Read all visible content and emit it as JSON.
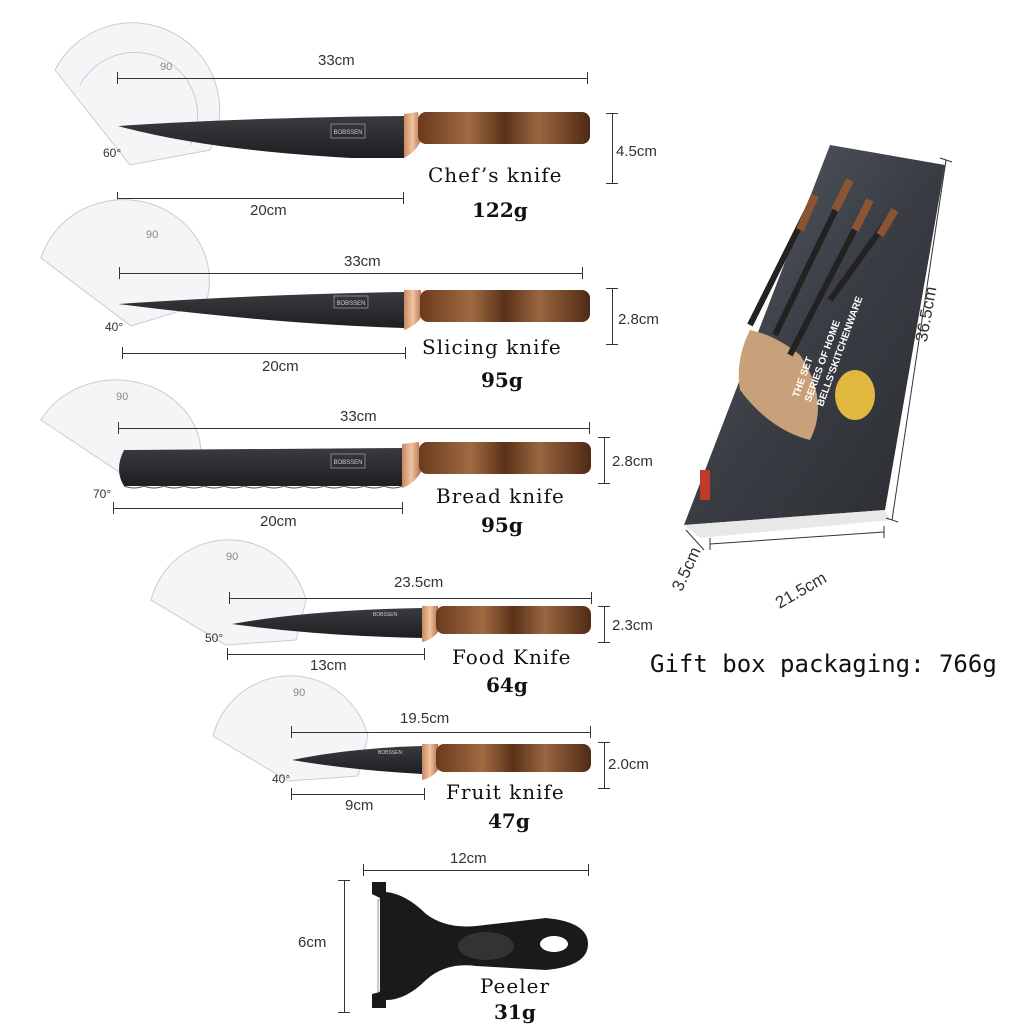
{
  "knives": [
    {
      "name": "Chef’s knife",
      "weight": "122g",
      "length": "33cm",
      "blade": "20cm",
      "width": "4.5cm",
      "angle": "60°"
    },
    {
      "name": "Slicing knife",
      "weight": "95g",
      "length": "33cm",
      "blade": "20cm",
      "width": "2.8cm",
      "angle": "40°"
    },
    {
      "name": "Bread knife",
      "weight": "95g",
      "length": "33cm",
      "blade": "20cm",
      "width": "2.8cm",
      "angle": "70°"
    },
    {
      "name": "Food Knife",
      "weight": "64g",
      "length": "23.5cm",
      "blade": "13cm",
      "width": "2.3cm",
      "angle": "50°"
    },
    {
      "name": "Fruit knife",
      "weight": "47g",
      "length": "19.5cm",
      "blade": "9cm",
      "width": "2.0cm",
      "angle": "40°"
    }
  ],
  "peeler": {
    "name": "Peeler",
    "weight": "31g",
    "length": "12cm",
    "height": "6cm"
  },
  "giftbox": {
    "label": "Gift box packaging: 766g",
    "height": "36.5cm",
    "width": "21.5cm",
    "depth": "3.5cm",
    "text_lines": [
      "THE SET",
      "SERIES OF HOME",
      "BELLS'SKITCHENWARE"
    ]
  },
  "brand": "BOBSSEN",
  "colors": {
    "blade": "#2b2c30",
    "wood_dark": "#5a3218",
    "wood_light": "#9a6a45",
    "bolster": "#d9a07a",
    "box_dark": "#3a3d44"
  }
}
